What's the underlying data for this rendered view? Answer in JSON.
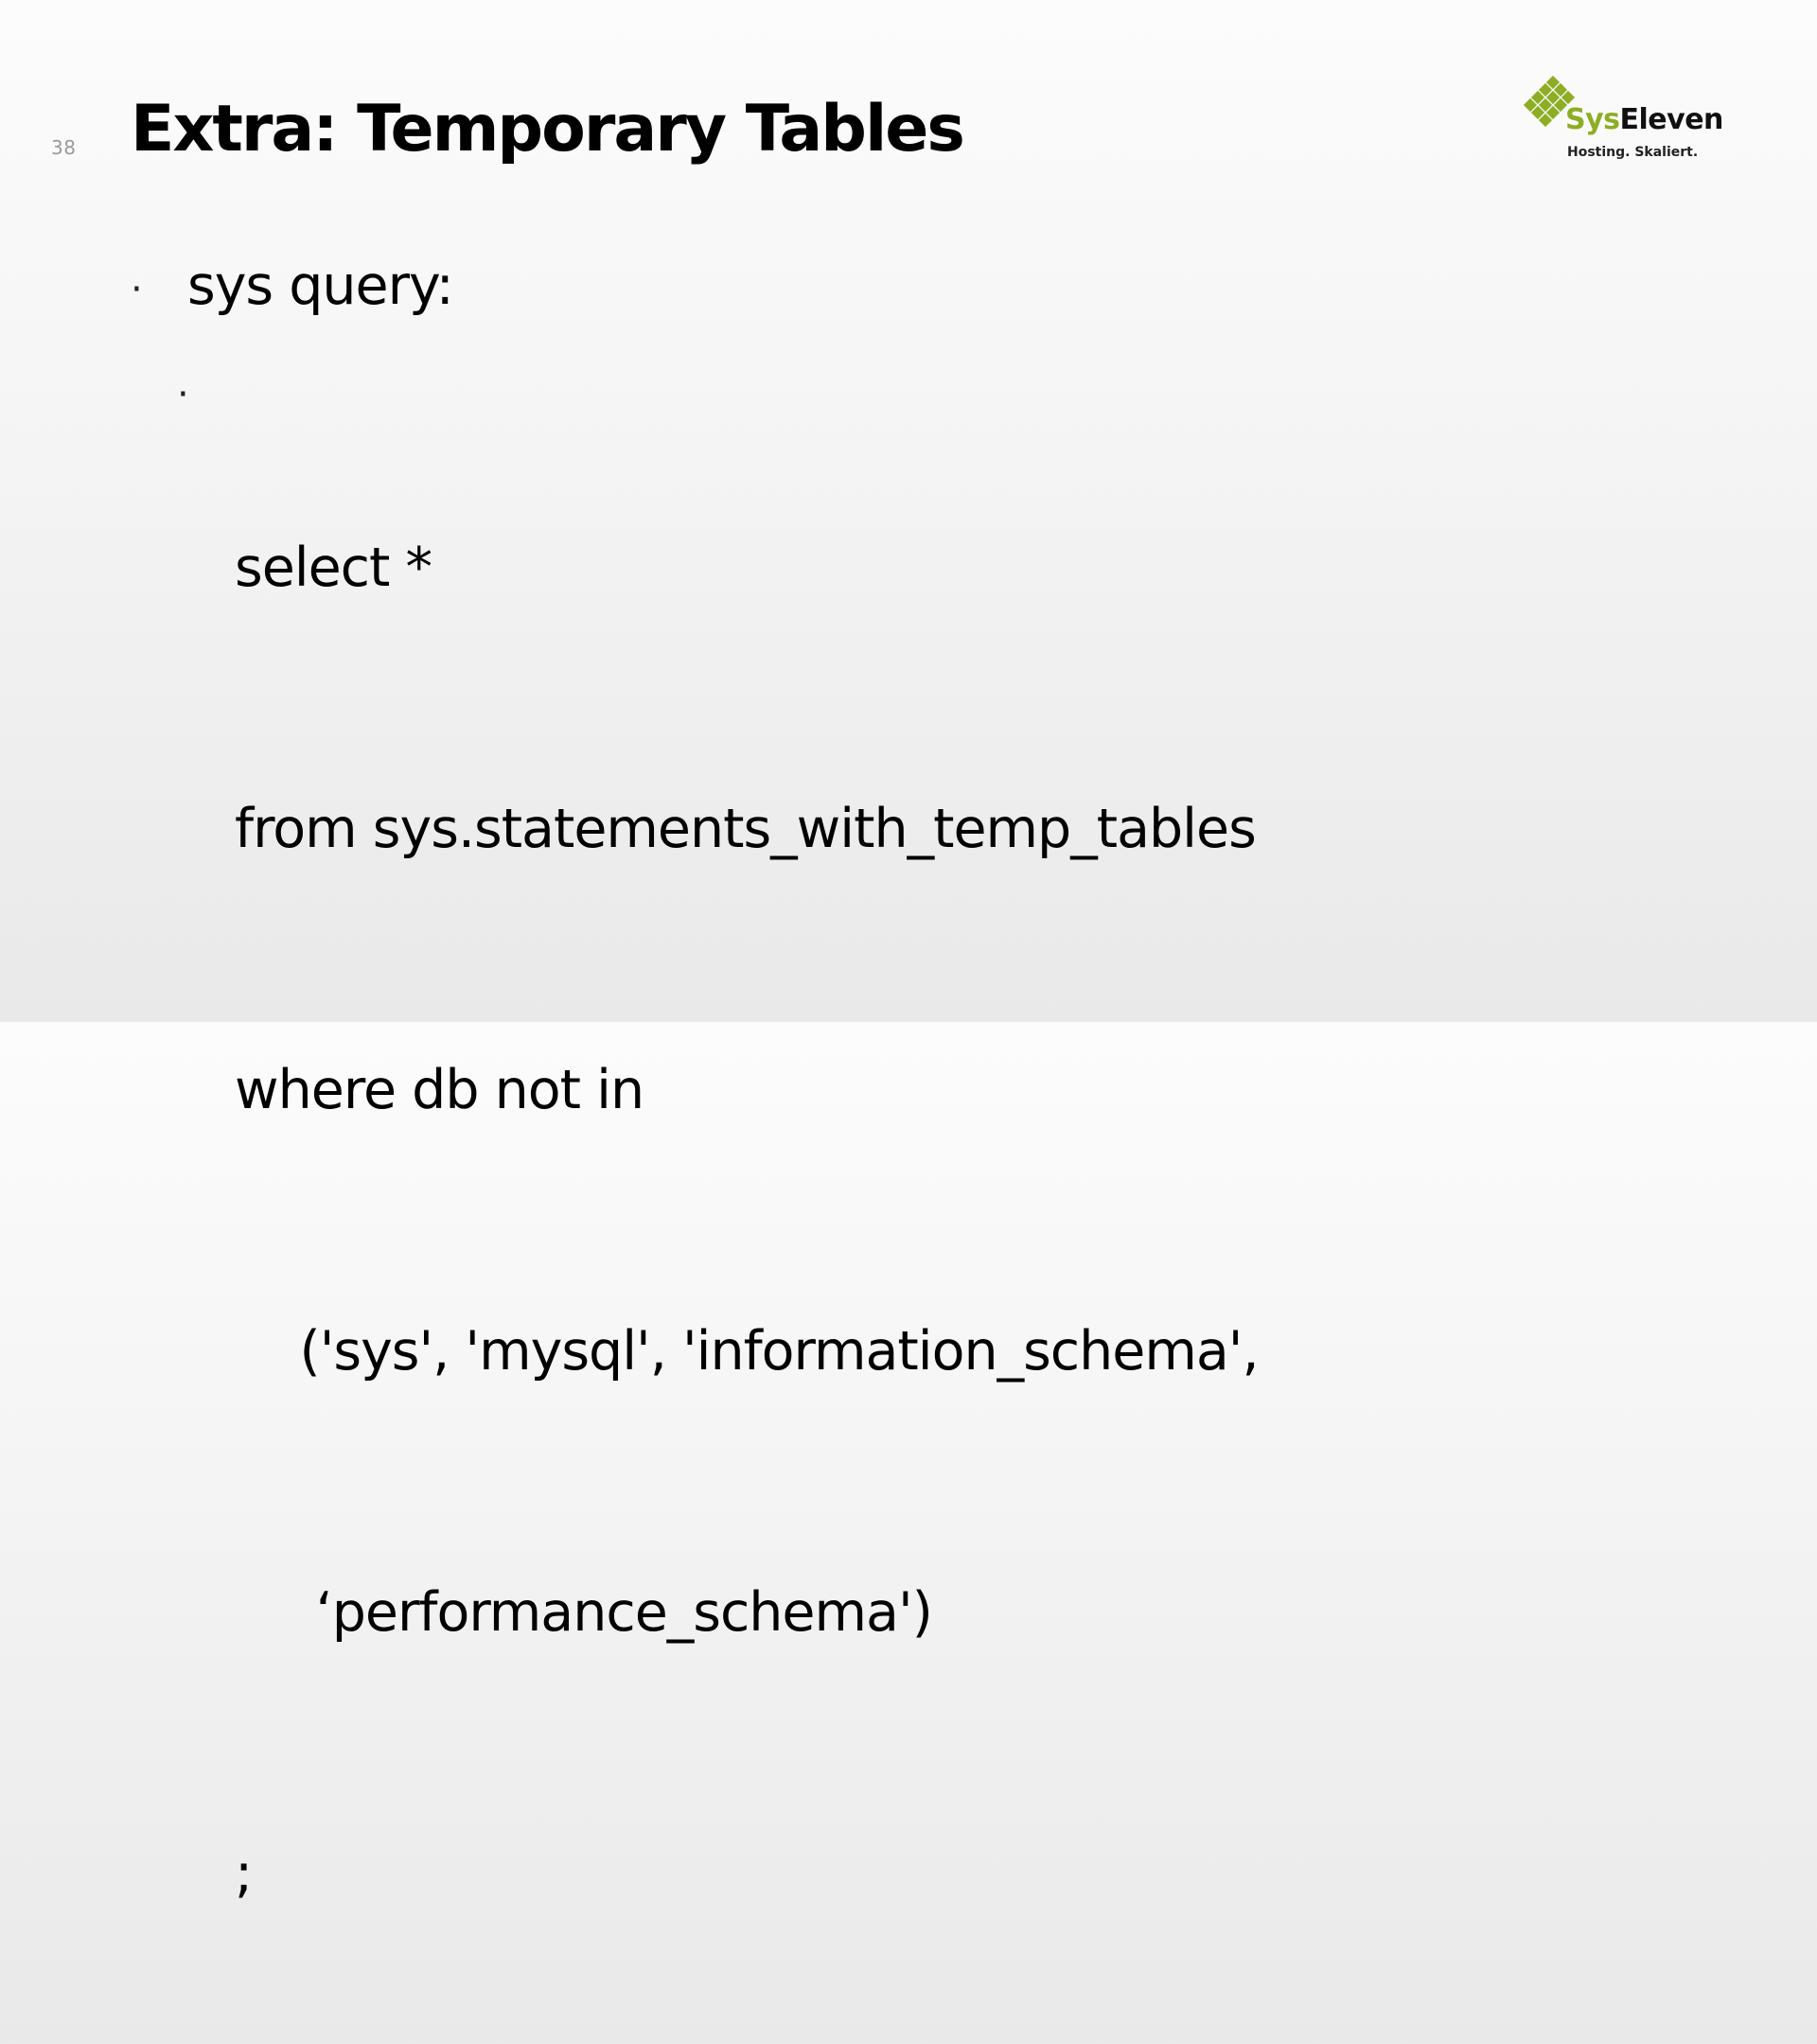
{
  "slide": {
    "page_number": "38",
    "title": "Extra: Temporary Tables"
  },
  "logo": {
    "name_accent": "Sys",
    "name_rest": "Eleven",
    "tagline": "Hosting. Skaliert.",
    "accent_color": "#8dad25"
  },
  "content": {
    "bullet_symbol": "·",
    "level1": {
      "text": "sys query:"
    },
    "level2": {
      "lines": [
        "select *",
        "from sys.statements_with_temp_tables",
        "where db not in",
        "    ('sys', 'mysql', 'information_schema',",
        "     ‘performance_schema')",
        ";"
      ]
    }
  }
}
